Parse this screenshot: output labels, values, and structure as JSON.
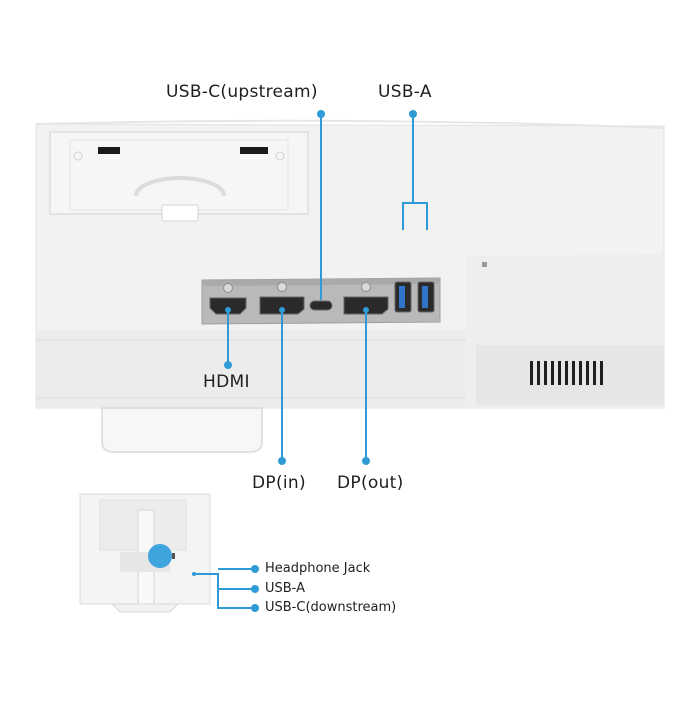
{
  "top_labels": {
    "usb_c_upstream": "USB-C(upstream)",
    "usb_a": "USB-A"
  },
  "port_labels": {
    "hdmi": "HDMI",
    "dp_in": "DP(in)",
    "dp_out": "DP(out)"
  },
  "side_labels": {
    "headphone_jack": "Headphone Jack",
    "usb_a": "USB-A",
    "usb_c_downstream": "USB-C(downstream)"
  },
  "colors": {
    "accent": "#2f9bd6",
    "monitor_body": "#f1f1f1",
    "port_panel": "#b8b8b8",
    "port_hole": "#2a2a2a",
    "usb_a_insert": "#2f74c8"
  }
}
